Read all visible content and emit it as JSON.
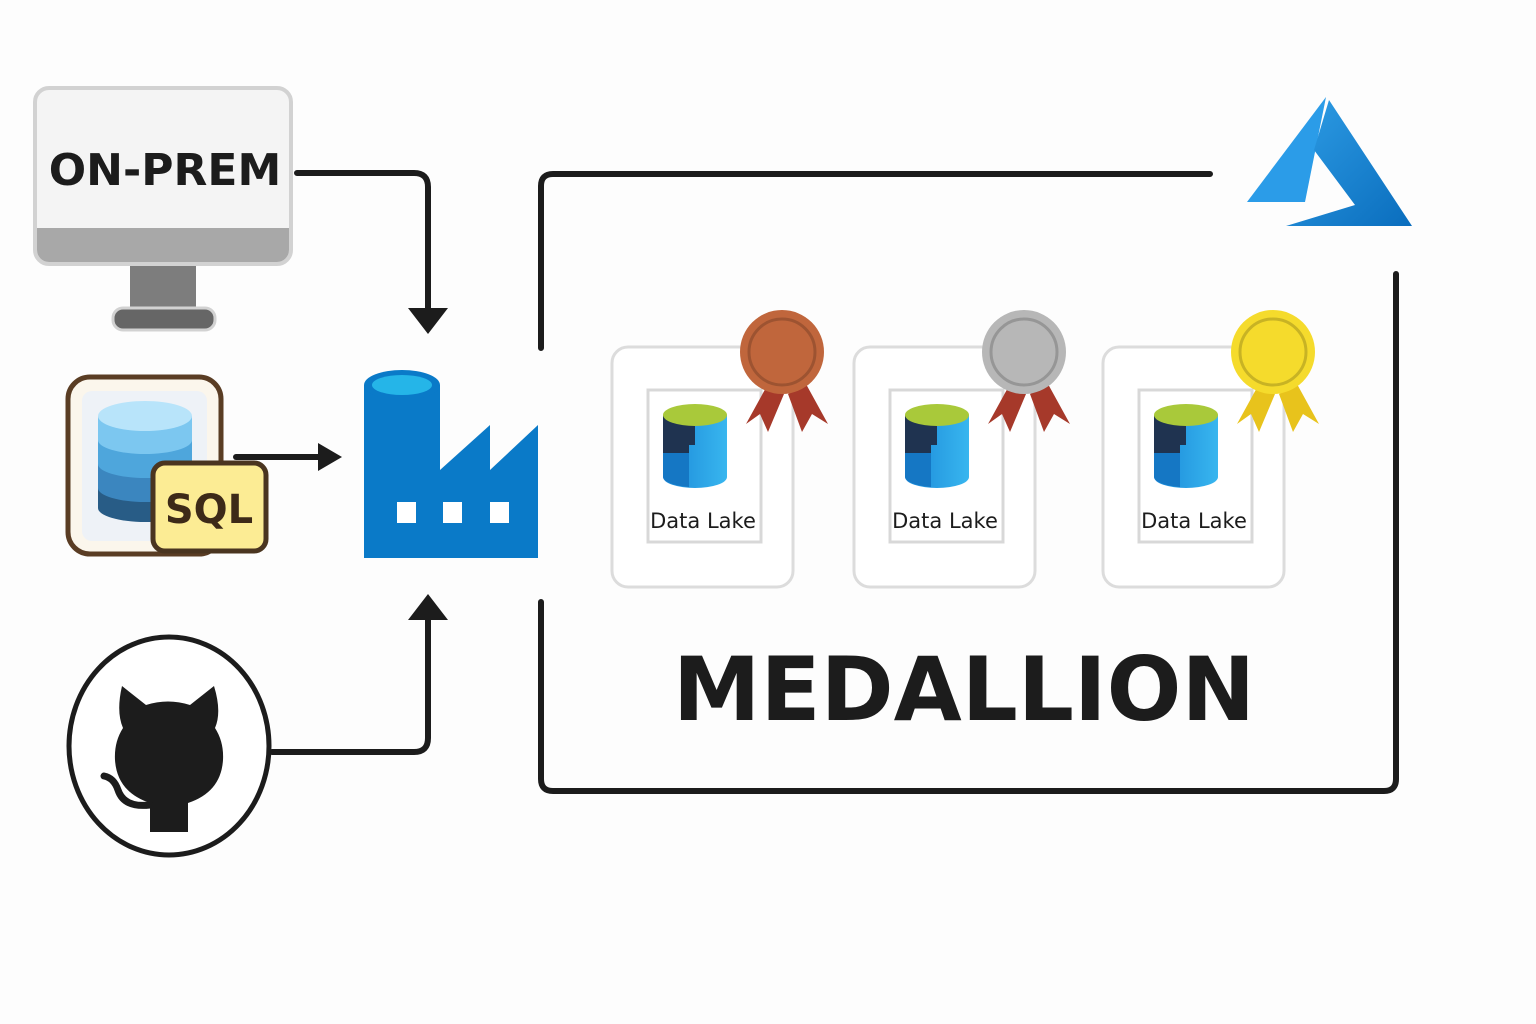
{
  "sources": {
    "onprem": {
      "label": "ON-PREM",
      "icon": "monitor-icon"
    },
    "sql": {
      "label": "SQL",
      "icon": "sql-database-icon"
    },
    "github": {
      "icon": "github-octocat-icon"
    }
  },
  "factory": {
    "icon": "azure-data-factory-icon"
  },
  "azure": {
    "icon": "azure-logo-icon"
  },
  "medallion": {
    "title": "MEDALLION",
    "layers": [
      {
        "medal": "bronze",
        "label": "Data Lake",
        "color": "#c0663c"
      },
      {
        "medal": "silver",
        "label": "Data Lake",
        "color": "#b7b7b7"
      },
      {
        "medal": "gold",
        "label": "Data Lake",
        "color": "#f5db2c"
      }
    ]
  },
  "colors": {
    "azure_blue": "#0a7ac8",
    "line": "#1c1c1c",
    "sql_yellow": "#fcec94",
    "ribbon_red": "#a6392a"
  }
}
